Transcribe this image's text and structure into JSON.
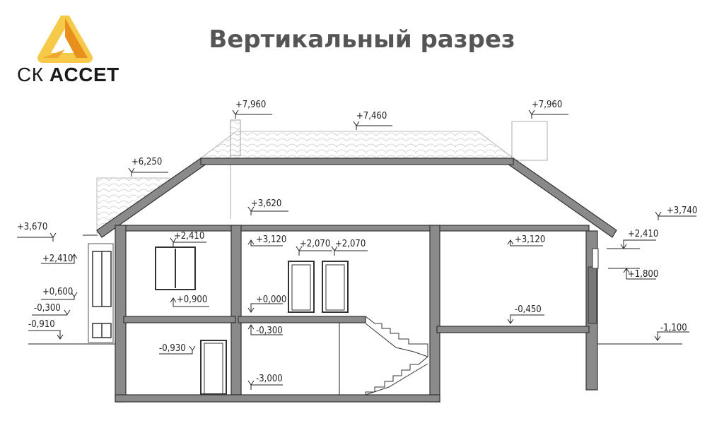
{
  "title": "Вертикальный разрез",
  "brand": {
    "prefix": "СК",
    "name": "ACCET"
  },
  "colors": {
    "logo_light": "#f7c949",
    "logo_dark": "#e98f1c",
    "wall": "#8a8a8a",
    "title": "#555555"
  },
  "levels": [
    "+7,960",
    "+7,460",
    "+7,960",
    "+6,250",
    "+3,620",
    "+3,670",
    "+2,410",
    "+3,120",
    "+2,070",
    "+2,070",
    "+3,120",
    "+3,740",
    "+2,410",
    "+1,800",
    "+2,410",
    "+0,600",
    "-0,300",
    "-0,910",
    "+0,900",
    "+0,000",
    "-0,300",
    "-0,450",
    "-1,100",
    "-0,930",
    "-3,000"
  ]
}
